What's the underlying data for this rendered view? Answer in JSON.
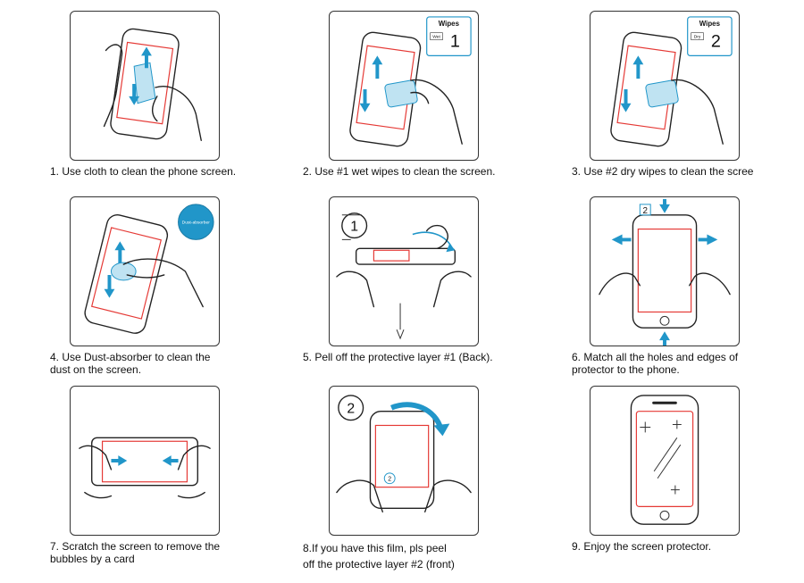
{
  "steps": [
    {
      "caption": "1. Use cloth to clean the phone screen."
    },
    {
      "caption": "2. Use #1 wet wipes to clean the screen."
    },
    {
      "caption": "3. Use #2 dry wipes to clean the scree"
    },
    {
      "caption": "4. Use Dust-absorber to clean the\ndust on the screen."
    },
    {
      "caption": "5. Pell off the protective layer #1 (Back)."
    },
    {
      "caption": "6. Match all the holes and edges of\nprotector to the phone."
    },
    {
      "caption": "7. Scratch the screen to remove the\nbubbles by a card"
    },
    {
      "caption": "8.If you have this film, pls peel\noff the protective layer #2 (front)"
    },
    {
      "caption": "9. Enjoy the screen protector."
    }
  ],
  "wipes": {
    "title": "Wipes",
    "wet_label": "Wet",
    "wet_number": "1",
    "dry_label": "Dry",
    "dry_number": "2"
  },
  "dust_absorber": {
    "label": "Dust-absorber"
  },
  "layer_markers": {
    "back": "1",
    "front": "2"
  },
  "colors": {
    "accent": "#2196c9",
    "outline": "#222222"
  }
}
